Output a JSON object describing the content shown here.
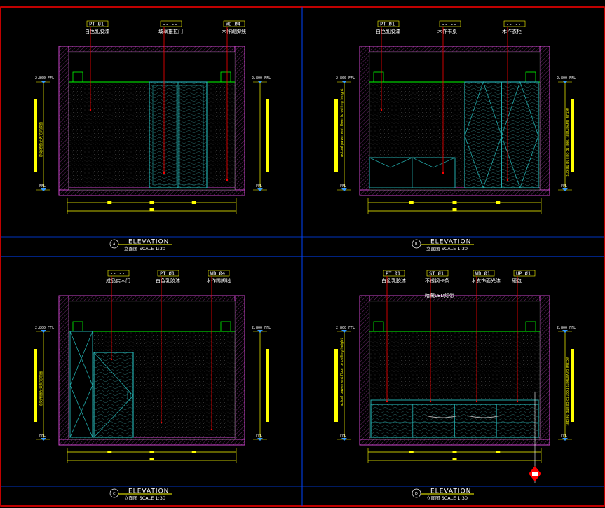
{
  "colors": {
    "background": "#000000",
    "frame": "#ff0000",
    "divider": "#0044ff",
    "wall": "#cc44cc",
    "ceiling_line": "#00ff00",
    "door": "#22aaaa",
    "dimension": "#ffff00",
    "leader": "#ff0000",
    "text": "#ffffff"
  },
  "panels": [
    {
      "id": "A",
      "title": "ELEVATION",
      "subtitle": "立面图  SCALE 1:30",
      "tags": [
        {
          "code": "PT  Ø1",
          "note": "白色乳胶漆"
        },
        {
          "code": "--  --",
          "note": "玻璃推拉门"
        },
        {
          "code": "WD Ø4",
          "note": "木作踢脚线"
        }
      ],
      "left_vertical_note": "原始地面至天花完成面",
      "right_vertical_note": "",
      "level_top": "2.800 FFL",
      "level_bottom": "FFL"
    },
    {
      "id": "B",
      "title": "ELEVATION",
      "subtitle": "立面图  SCALE 1:30",
      "tags": [
        {
          "code": "PT  Ø1",
          "note": "白色乳胶漆"
        },
        {
          "code": "--  --",
          "note": "木作书桌"
        },
        {
          "code": "--  --",
          "note": "木作衣柜"
        }
      ],
      "left_vertical_note": "actual pavement floor to ceiling height",
      "right_vertical_note": "actual pavement floor to ceiling height",
      "level_top": "2.800 FFL",
      "level_bottom": "FFL"
    },
    {
      "id": "C",
      "title": "ELEVATION",
      "subtitle": "立面图  SCALE 1:30",
      "tags": [
        {
          "code": "--  --",
          "note": "成品实木门"
        },
        {
          "code": "PT  Ø1",
          "note": "白色乳胶漆"
        },
        {
          "code": "WD Ø4",
          "note": "木作踢脚线"
        }
      ],
      "left_vertical_note": "原始地面至天花完成面",
      "right_vertical_note": "",
      "level_top": "2.800 FFL",
      "level_bottom": "FFL"
    },
    {
      "id": "D",
      "title": "ELEVATION",
      "subtitle": "立面图  SCALE 1:30",
      "tags": [
        {
          "code": "PT  Ø1",
          "note": "白色乳胶漆"
        },
        {
          "code": "ST  Ø1",
          "note": "不锈钢卡条",
          "note2": "暗藏LED灯带"
        },
        {
          "code": "WD Ø1",
          "note": "木皮饰面光漆"
        },
        {
          "code": "UP  Ø1",
          "note": "硬包"
        }
      ],
      "left_vertical_note": "actual pavement floor to ceiling height",
      "right_vertical_note": "actual pavement floor to ceiling height",
      "level_top": "2.800 FFL",
      "level_bottom": "FFL"
    }
  ]
}
